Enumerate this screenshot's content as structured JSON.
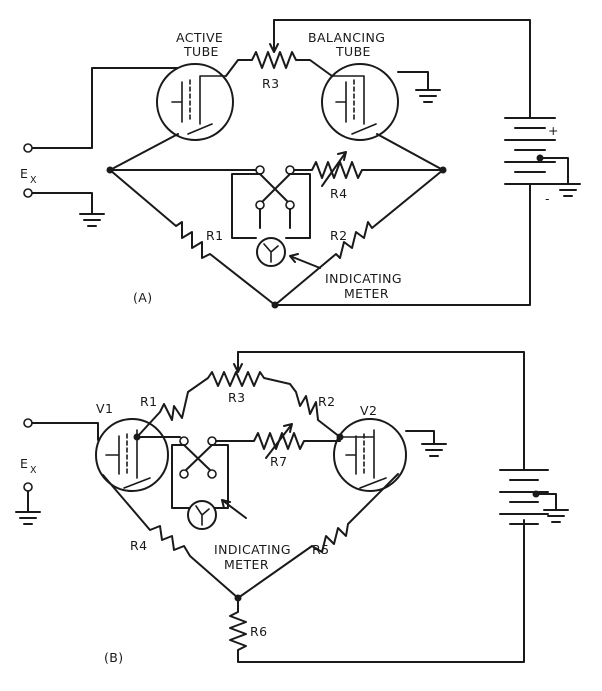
{
  "diagram_a": {
    "active_tube": [
      "ACTIVE",
      "TUBE"
    ],
    "balancing_tube": [
      "BALANCING",
      "TUBE"
    ],
    "r3": "R3",
    "r4": "R4",
    "r1": "R1",
    "r2": "R2",
    "input_main": "E",
    "input_sub": "X",
    "battery_plus": "+",
    "battery_minus": "-",
    "meter_label": [
      "INDICATING",
      "METER"
    ],
    "caption": "(A)"
  },
  "diagram_b": {
    "v1": "V1",
    "v2": "V2",
    "r1": "R1",
    "r2": "R2",
    "r3": "R3",
    "r4": "R4",
    "r5": "R5",
    "r6": "R6",
    "r7": "R7",
    "input_main": "E",
    "input_sub": "X",
    "meter_label": [
      "INDICATING",
      "METER"
    ],
    "caption": "(B)"
  }
}
